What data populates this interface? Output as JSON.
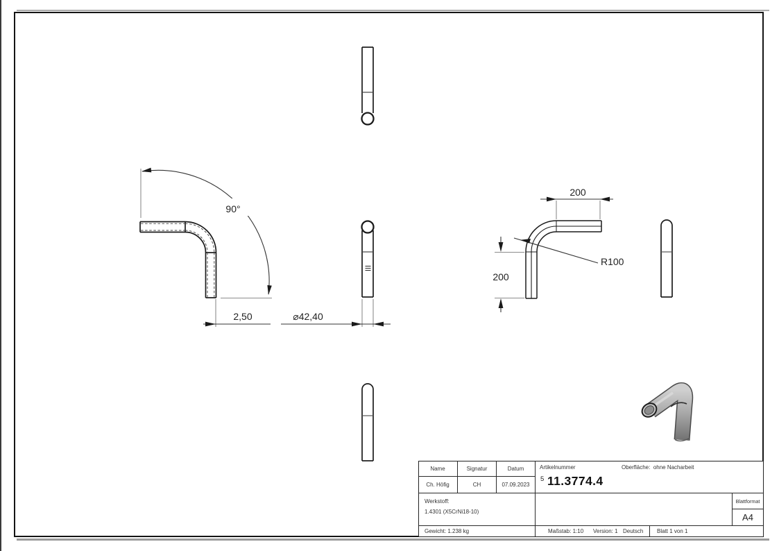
{
  "drawing": {
    "dimensions": {
      "bend_angle": "90°",
      "wall_thickness": "2,50",
      "diameter": "⌀42,40",
      "leg_length_horizontal": "200",
      "leg_length_vertical": "200",
      "bend_radius": "R100"
    },
    "title_block": {
      "col_name_header": "Name",
      "col_signature_header": "Signatur",
      "col_date_header": "Datum",
      "name": "Ch. Höfig",
      "signature": "CH",
      "date": "07.09.2023",
      "article_label": "Artikelnummer",
      "article_prefix": "5",
      "article_number": "11.3774.4",
      "surface_label": "Oberfläche:",
      "surface_value": "ohne Nacharbeit",
      "material_label": "Werkstoff:",
      "material_value": "1.4301 (X5CrNi18-10)",
      "weight": "Gewicht: 1.238 kg",
      "scale": "Maßstab: 1:10",
      "version": "Version: 1",
      "language": "Deutsch",
      "sheet": "Blatt 1 von 1",
      "format_label": "Blattformat",
      "format_value": "A4"
    },
    "colors": {
      "line": "#1a1a1a",
      "dim_line": "#333333",
      "extension_line": "#8c8c8c",
      "render_light": "#c9c9c9",
      "render_dark": "#777777"
    }
  }
}
